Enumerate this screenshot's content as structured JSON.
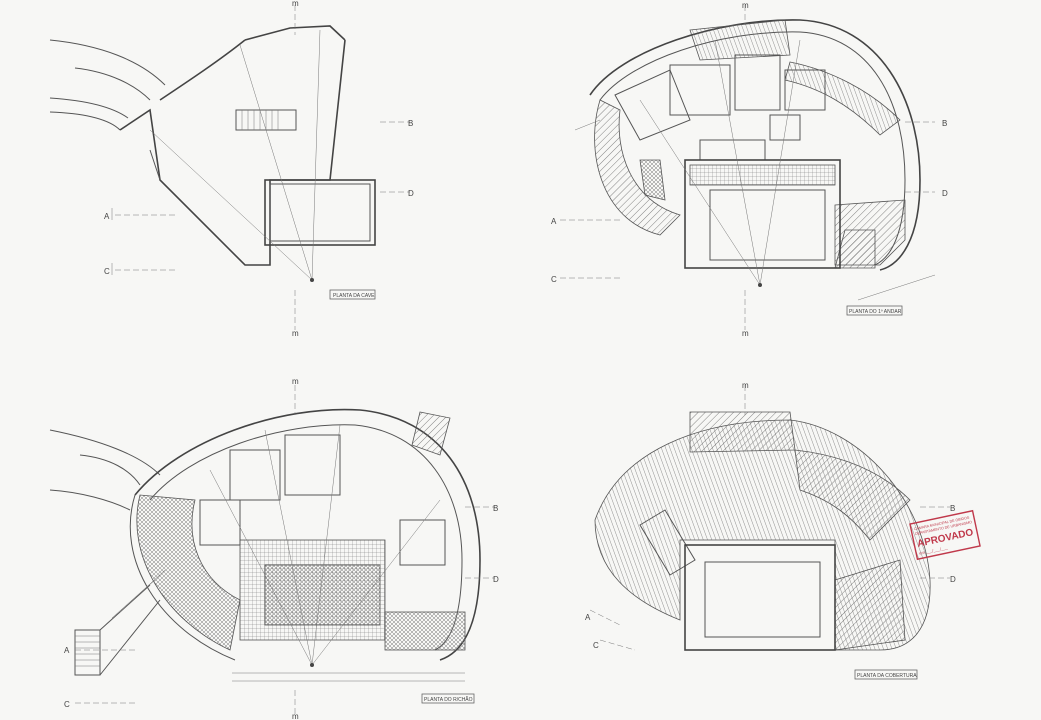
{
  "sheet": {
    "plans": [
      {
        "id": "cave",
        "title": "PLANTA DA CAVE"
      },
      {
        "id": "first-floor",
        "title": "PLANTA DO 1º ANDAR"
      },
      {
        "id": "ground-floor",
        "title": "PLANTA DO R/CHÃO"
      },
      {
        "id": "roof",
        "title": "PLANTA DA COBERTURA"
      }
    ],
    "section_markers": {
      "a": "A",
      "b": "B",
      "c": "C",
      "d": "D",
      "e": "m"
    },
    "stamp": {
      "line1": "CÂMARA MUNICIPAL DE ÓBIDOS",
      "line2": "DEPARTAMENTO DE URBANISMO",
      "status": "APROVADO",
      "signature_line": "em ___/___/___"
    }
  }
}
